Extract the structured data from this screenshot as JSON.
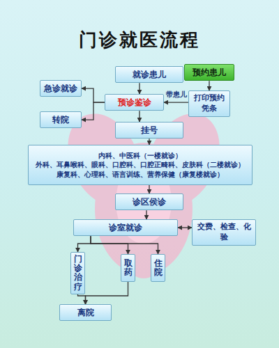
{
  "diagram": {
    "title": "门诊就医流程",
    "nodes": [
      {
        "text": [
          "就诊患儿"
        ]
      },
      {
        "text": [
          "预约患儿"
        ]
      },
      {
        "text": [
          "预诊鉴诊"
        ]
      },
      {
        "text": [
          "打印预约凭条"
        ]
      },
      {
        "text": [
          "急诊就诊"
        ]
      },
      {
        "text": [
          "转院"
        ]
      },
      {
        "text": [
          "挂号"
        ]
      },
      {
        "text": [
          "内科、中医科（一楼就诊）",
          "外科、耳鼻喉科、眼科、口腔科、口腔正畸科、皮肤科（二楼就诊）",
          "康复科、心理科、语言训练、营养保健（康复楼就诊）"
        ]
      },
      {
        "text": [
          "诊区侯诊"
        ]
      },
      {
        "text": [
          "诊室就诊"
        ]
      },
      {
        "text": [
          "交费、检查、化验"
        ]
      },
      {
        "text": [
          "门诊治疗"
        ]
      },
      {
        "text": [
          "取药"
        ]
      },
      {
        "text": [
          "住院"
        ]
      },
      {
        "text": [
          "离院"
        ]
      }
    ],
    "edges": [
      {
        "from": 0,
        "to": 2,
        "arrow": "to"
      },
      {
        "from": 1,
        "to": 3,
        "arrow": "to"
      },
      {
        "from": 3,
        "to": 2,
        "label": "带患儿",
        "arrow": "to"
      },
      {
        "from": 2,
        "to": 4,
        "arrow": "to"
      },
      {
        "from": 2,
        "to": 5,
        "arrow": "to"
      },
      {
        "from": 2,
        "to": 6,
        "arrow": "to"
      },
      {
        "from": 6,
        "to": 7,
        "arrow": "to"
      },
      {
        "from": 7,
        "to": 8,
        "arrow": "to"
      },
      {
        "from": 8,
        "to": 9,
        "arrow": "to"
      },
      {
        "from": 9,
        "to": 10,
        "arrow": "both"
      },
      {
        "from": 9,
        "to": 11,
        "arrow": "to"
      },
      {
        "from": 9,
        "to": 12,
        "arrow": "to"
      },
      {
        "from": 9,
        "to": 13,
        "arrow": "to"
      },
      {
        "from": 11,
        "to": 14,
        "arrow": "to"
      },
      {
        "from": 12,
        "to": 14,
        "arrow": "to"
      }
    ]
  }
}
